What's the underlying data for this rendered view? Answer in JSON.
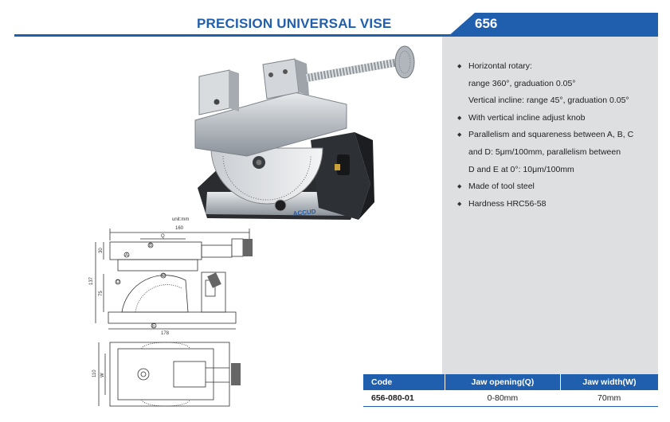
{
  "header": {
    "title": "PRECISION UNIVERSAL VISE",
    "code": "656"
  },
  "features": [
    {
      "text": "Horizontal rotary:",
      "bullet": true
    },
    {
      "text": "range 360°, graduation 0.05°",
      "bullet": false
    },
    {
      "text": "Vertical incline: range 45°, graduation 0.05°",
      "bullet": false
    },
    {
      "text": "With vertical incline adjust knob",
      "bullet": true
    },
    {
      "text": "Parallelism and squareness between A, B, C",
      "bullet": true
    },
    {
      "text": "and D: 5μm/100mm, parallelism between",
      "bullet": false
    },
    {
      "text": "D and E at 0°: 10μm/100mm",
      "bullet": false
    },
    {
      "text": "Made of tool steel",
      "bullet": true
    },
    {
      "text": "Hardness HRC56-58",
      "bullet": true
    }
  ],
  "table": {
    "headers": [
      "Code",
      "Jaw opening(Q)",
      "Jaw width(W)"
    ],
    "rows": [
      [
        "656-080-01",
        "0-80mm",
        "70mm"
      ]
    ]
  },
  "photo": {
    "brand": "ACCUD"
  },
  "drawing_front": {
    "unit": "unit:mm",
    "dims": {
      "overall_width": "160",
      "base_length": "178",
      "height": "137",
      "jaw_h": "30",
      "mid_h": "75"
    },
    "letters": {
      "q": "Q",
      "a": "A",
      "b": "B",
      "c": "C",
      "d": "D",
      "e": "E"
    }
  },
  "drawing_top": {
    "dims": {
      "width": "110",
      "w": "W"
    }
  },
  "colors": {
    "accent": "#1f5fae",
    "panel": "#dedfe0"
  }
}
